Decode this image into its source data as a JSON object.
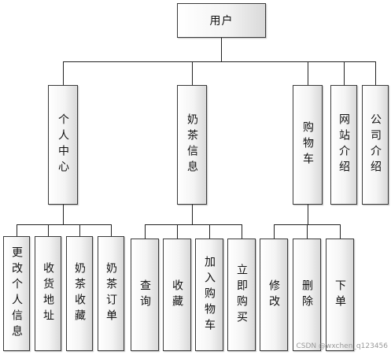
{
  "root": {
    "label": "用户"
  },
  "modules": [
    {
      "label": "个人中心",
      "children": [
        "更改个人信息",
        "收货地址",
        "奶茶收藏",
        "奶茶订单"
      ]
    },
    {
      "label": "奶茶信息",
      "children": [
        "查询",
        "收藏",
        "加入购物车",
        "立即购买"
      ]
    },
    {
      "label": "购物车",
      "children": [
        "修改",
        "删除",
        "下单"
      ]
    },
    {
      "label": "网站介绍",
      "children": []
    },
    {
      "label": "公司介绍",
      "children": []
    }
  ],
  "watermark": "CSDN @wxchen_q123456"
}
